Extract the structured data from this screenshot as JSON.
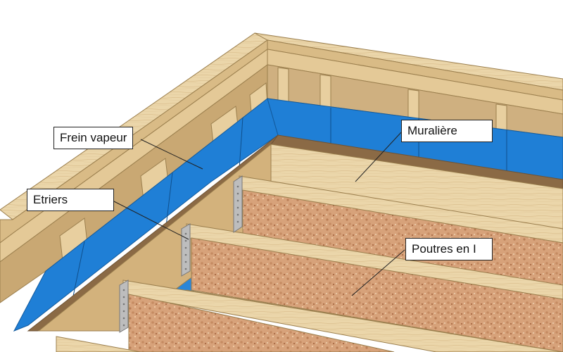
{
  "labels": {
    "frein_vapeur": "Frein vapeur",
    "etriers": "Etriers",
    "muraliere": "Muralière",
    "poutres": "Poutres en I"
  },
  "colors": {
    "wood": "#e9d2a4",
    "wood_dark": "#c9aa74",
    "wood_shadow": "#b8965e",
    "membrane": "#1f7fd6",
    "osb": "#d9a47c",
    "hanger": "#b9b9b9",
    "leader": "#222222"
  }
}
